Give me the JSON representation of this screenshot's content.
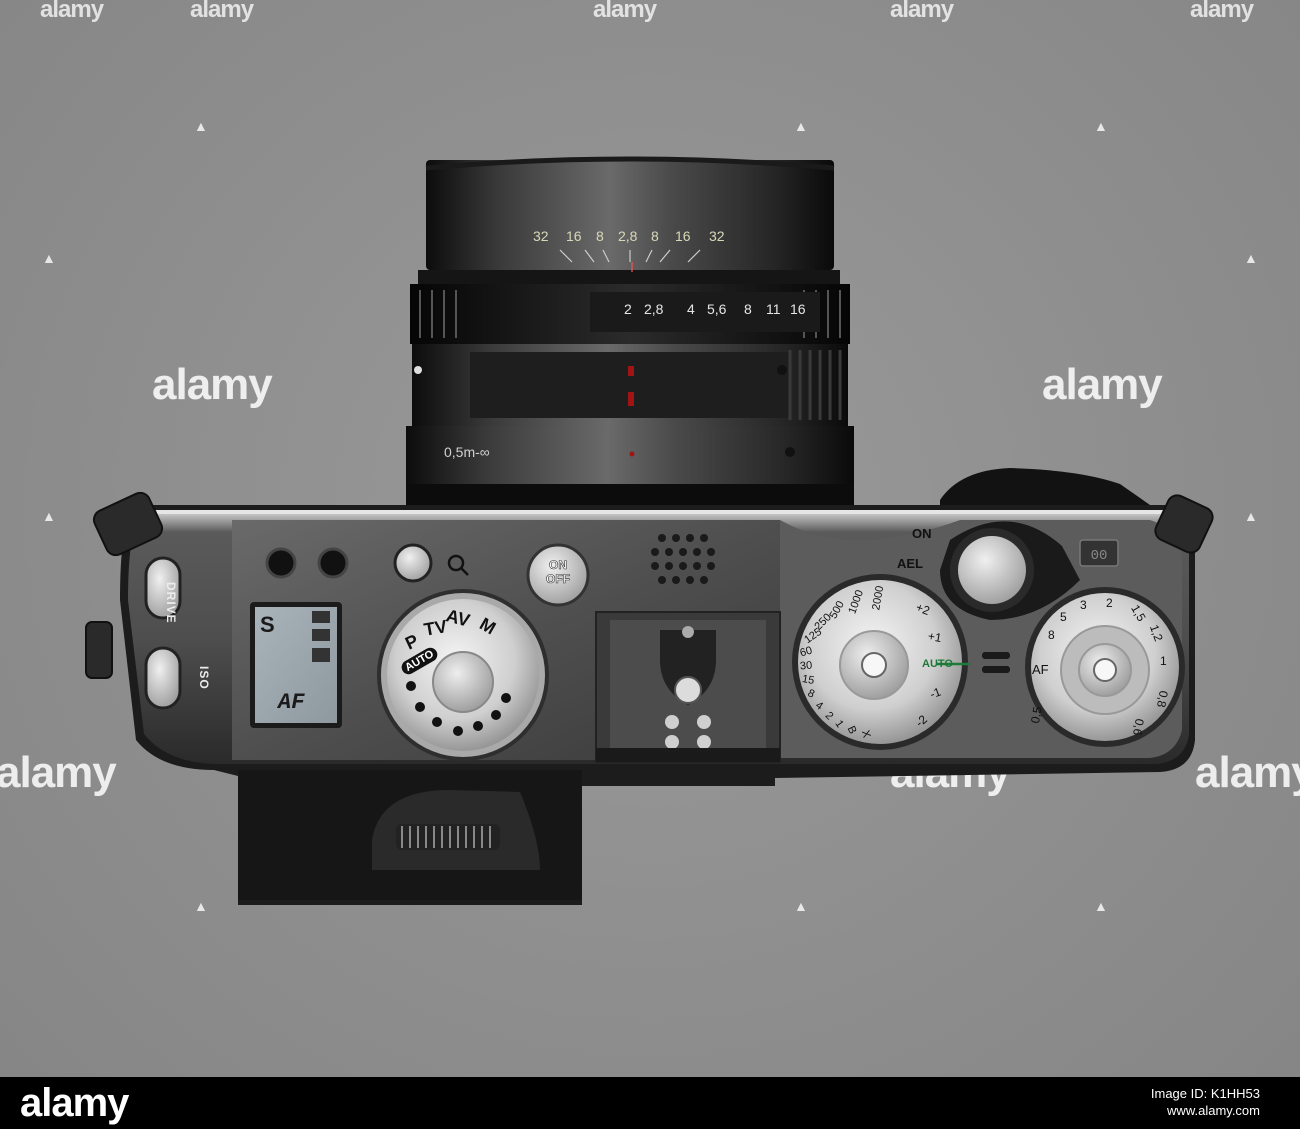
{
  "watermark": {
    "text": "alamy"
  },
  "lens": {
    "dof_scale": [
      "32",
      "16",
      "8",
      "2,8",
      "8",
      "16",
      "32"
    ],
    "aperture_scale": [
      "2",
      "2,8",
      "4",
      "5,6",
      "8",
      "11",
      "16"
    ],
    "focus_range": "0,5m-∞"
  },
  "body": {
    "drive_label": "DRIVE",
    "iso_label": "ISO",
    "on_off_top": "ON",
    "on_off_bottom": "OFF",
    "on_label": "ON",
    "ael_label": "AEL",
    "lcd_mode": "S",
    "lcd_af": "AF"
  },
  "mode_dial": {
    "labels": [
      "M",
      "AV",
      "TV",
      "P",
      "AUTO"
    ]
  },
  "shutter_dial": {
    "labels": [
      "2000",
      "1000",
      "500",
      "250",
      "125",
      "60",
      "30",
      "15",
      "8",
      "4",
      "2",
      "1",
      "B",
      "X"
    ]
  },
  "ev_dial": {
    "labels": [
      "+2",
      "+1",
      "AUTO",
      "-1",
      "-2"
    ]
  },
  "focus_dial": {
    "labels": [
      "AF",
      "8",
      "5",
      "3",
      "2",
      "1,5",
      "1,2",
      "1",
      "0,8",
      "0,6",
      "0,5"
    ]
  },
  "footer": {
    "logo": "alamy",
    "image_id_label": "Image ID: K1HH53",
    "site": "www.alamy.com"
  }
}
